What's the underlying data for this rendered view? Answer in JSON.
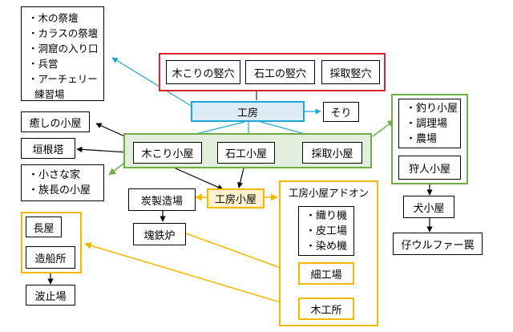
{
  "nodes": {
    "kinomatsuri": [
      "・木の祭壇",
      "・カラスの祭壇",
      "・洞窟の入り口",
      "・兵営",
      "・アーチェリー",
      "  練習場"
    ],
    "kikori_tate": "木こりの竪穴",
    "sekku_tate": "石工の竪穴",
    "saishu_tate": "採取竪穴",
    "kobo": "工房",
    "sori": "そり",
    "iyashi": "癒しの小屋",
    "kakine": "垣根塔",
    "chiisana": [
      "・小さな家",
      "・族長の小屋"
    ],
    "kikori_koya": "木こり小屋",
    "sekku_koya": "石工小屋",
    "saishu_koya": "採取小屋",
    "tsuri_list": [
      "・釣り小屋",
      "・調理場",
      "・農場"
    ],
    "kariudo": "狩人小屋",
    "inu": "犬小屋",
    "wolf": "仔ウルファー罠",
    "tanseizo": "炭製造場",
    "kaitetsu": "塊鉄炉",
    "kobo_koya": "工房小屋",
    "addon_title": "工房小屋アドオン",
    "addon_list": [
      "・織り機",
      "・皮工場",
      "・染め機"
    ],
    "saiku": "細工場",
    "mokko": "木工所",
    "nagaya": "長屋",
    "zosen": "造船所",
    "hatoba": "波止場"
  },
  "colors": {
    "blue": "#1fa7d4",
    "green": "#70ad47",
    "yellow": "#f5b800",
    "red": "#e0202a",
    "black": "#000000"
  }
}
